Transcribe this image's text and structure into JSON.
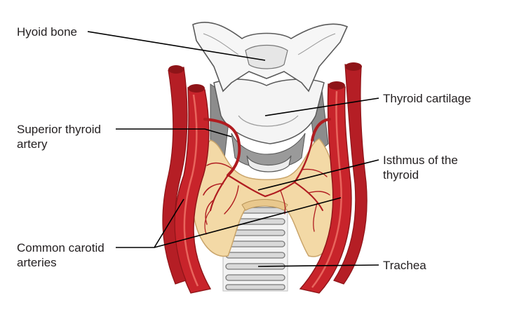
{
  "labels": {
    "hyoid": "Hyoid bone",
    "superior_line1": "Superior thyroid",
    "superior_line2": "artery",
    "carotid_line1": "Common carotid",
    "carotid_line2": "arteries",
    "cartilage": "Thyroid cartilage",
    "isthmus_line1": "Isthmus of the",
    "isthmus_line2": "thyroid",
    "trachea": "Trachea"
  },
  "colors": {
    "artery": "#c8242b",
    "artery_dark": "#8e1418",
    "artery_highlight": "#e8655d",
    "thyroid": "#f3d9a6",
    "thyroid_outline": "#c9a46a",
    "cartilage": "#f4f4f4",
    "cartilage_shadow": "#c9c9c9",
    "muscle_grey": "#8c8c8c",
    "vessel_branch": "#b01c20"
  }
}
